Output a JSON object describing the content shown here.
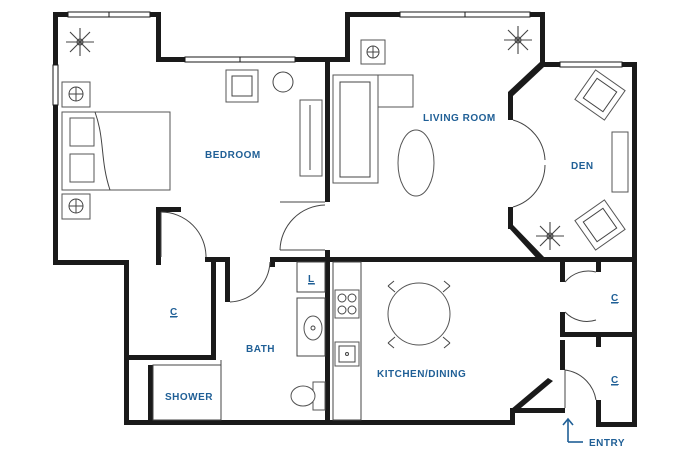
{
  "rooms": {
    "bedroom": "BEDROOM",
    "living_room": "LIVING ROOM",
    "den": "DEN",
    "kitchen_dining": "KITCHEN/DINING",
    "bath": "BATH",
    "shower": "SHOWER",
    "closet_bedroom": "C",
    "linen": "L",
    "closet_right_upper": "C",
    "closet_right_lower": "C"
  },
  "entry": {
    "label": "ENTRY"
  },
  "colors": {
    "label": "#1f5f96",
    "wall": "#1a1a1a"
  },
  "icons": [
    "plant-icon",
    "lamp-icon",
    "armchair-icon",
    "sofa-icon",
    "bed-icon",
    "stove-icon",
    "sink-icon",
    "toilet-icon",
    "entry-arrow-icon"
  ]
}
